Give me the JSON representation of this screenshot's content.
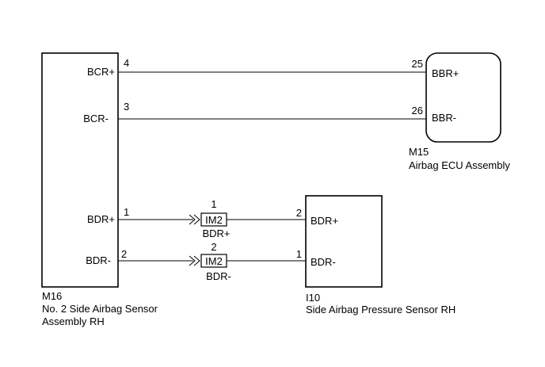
{
  "components": {
    "m16": {
      "code": "M16",
      "name_line1": "No. 2 Side Airbag Sensor",
      "name_line2": "Assembly RH",
      "pins": {
        "bcr_plus": "BCR+",
        "bcr_minus": "BCR-",
        "bdr_plus": "BDR+",
        "bdr_minus": "BDR-"
      },
      "pin_numbers": {
        "bcr_plus": "4",
        "bcr_minus": "3",
        "bdr_plus": "1",
        "bdr_minus": "2"
      }
    },
    "m15": {
      "code": "M15",
      "name": "Airbag ECU Assembly",
      "pins": {
        "bbr_plus": "BBR+",
        "bbr_minus": "BBR-"
      },
      "pin_numbers": {
        "bbr_plus": "25",
        "bbr_minus": "26"
      }
    },
    "i10": {
      "code": "I10",
      "name": "Side Airbag Pressure Sensor RH",
      "pins": {
        "bdr_plus": "BDR+",
        "bdr_minus": "BDR-"
      },
      "pin_numbers": {
        "bdr_plus": "2",
        "bdr_minus": "1"
      }
    }
  },
  "junctions": [
    {
      "id": "IM2",
      "pin": "1",
      "signal": "BDR+"
    },
    {
      "id": "IM2",
      "pin": "2",
      "signal": "BDR-"
    }
  ]
}
